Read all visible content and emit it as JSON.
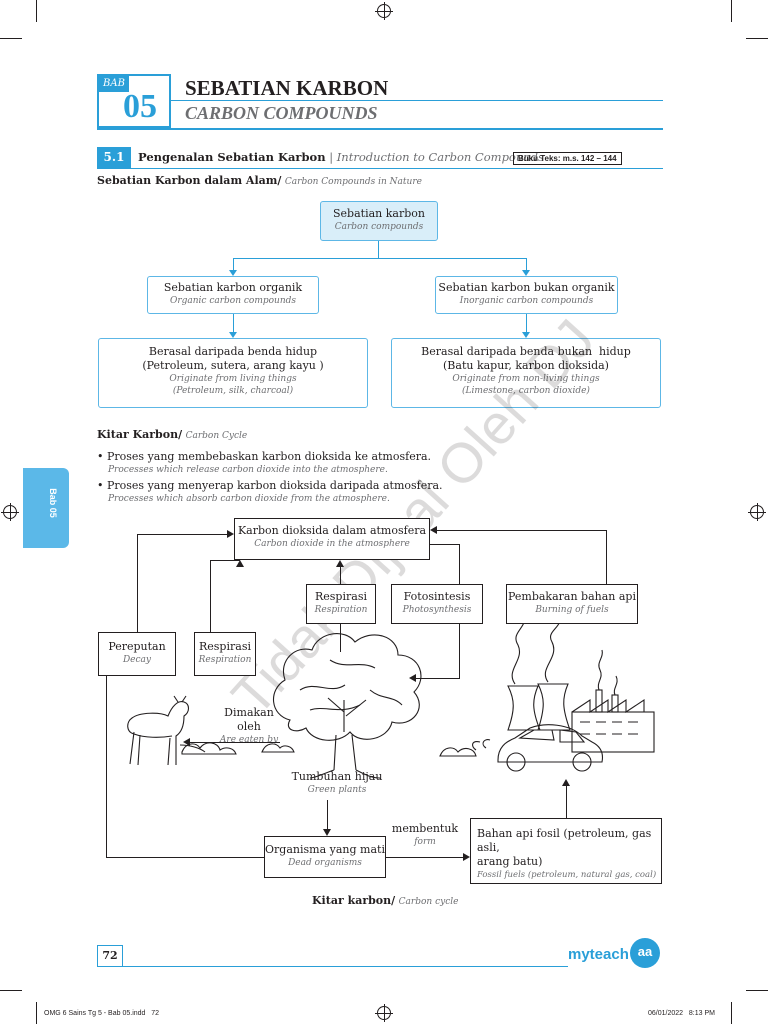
{
  "chapter": {
    "bab_label": "BAB",
    "number": "05",
    "title_ms": "SEBATIAN KARBON",
    "title_en": "CARBON COMPOUNDS"
  },
  "section": {
    "number": "5.1",
    "title_ms": "Pengenalan Sebatian Karbon",
    "separator": "|",
    "title_en": "Introduction to Carbon Compounds",
    "textbook_ref": "Buku Teks: m.s. 142 – 144"
  },
  "nature": {
    "heading_ms": "Sebatian Karbon dalam Alam/",
    "heading_en": "Carbon Compounds in Nature",
    "root": {
      "ms": "Sebatian karbon",
      "en": "Carbon compounds"
    },
    "organic": {
      "ms": "Sebatian karbon organik",
      "en": "Organic carbon compounds"
    },
    "inorganic": {
      "ms": "Sebatian karbon bukan organik",
      "en": "Inorganic carbon compounds"
    },
    "organic_source": {
      "ms1": "Berasal daripada benda hidup",
      "ms2": "(Petroleum, sutera, arang kayu )",
      "en1": "Originate from living things",
      "en2": "(Petroleum, silk, charcoal)"
    },
    "inorganic_source": {
      "ms1": "Berasal daripada benda bukan  hidup",
      "ms2": "(Batu kapur, karbon dioksida)",
      "en1": "Originate from non-living things",
      "en2": "(Limestone, carbon dioxide)"
    }
  },
  "cycle": {
    "heading_ms": "Kitar Karbon/",
    "heading_en": "Carbon Cycle",
    "bullets": [
      {
        "ms": "Proses yang membebaskan karbon dioksida ke atmosfera.",
        "en": "Processes which release carbon dioxide into the atmosphere."
      },
      {
        "ms": "Proses yang menyerap karbon dioksida daripada atmosfera.",
        "en": "Processes which absorb carbon dioxide from the atmosphere."
      }
    ],
    "atmosphere": {
      "ms": "Karbon dioksida dalam atmosfera",
      "en": "Carbon dioxide in the atmosphere"
    },
    "respiration_top": {
      "ms": "Respirasi",
      "en": "Respiration"
    },
    "photosynthesis": {
      "ms": "Fotosintesis",
      "en": "Photosynthesis"
    },
    "combustion": {
      "ms": "Pembakaran bahan api",
      "en": "Burning of fuels"
    },
    "decay": {
      "ms": "Pereputan",
      "en": "Decay"
    },
    "respiration_left": {
      "ms": "Respirasi",
      "en": "Respiration"
    },
    "eaten": {
      "ms": "Dimakan oleh",
      "en": "Are eaten by"
    },
    "plants": {
      "ms": "Tumbuhan hijau",
      "en": "Green plants"
    },
    "dead": {
      "ms": "Organisma yang mati",
      "en": "Dead organisms"
    },
    "form": {
      "ms": "membentuk",
      "en": "form"
    },
    "fossil": {
      "ms1": "Bahan api fosil (petroleum, gas asli,",
      "ms2": "arang batu)",
      "en": "Fossil fuels (petroleum, natural gas, coal)"
    },
    "caption_ms": "Kitar karbon/",
    "caption_en": "Carbon cycle"
  },
  "side_tab": "Bab 05",
  "watermark": "Tidak Dijual Oleh DJ",
  "footer": {
    "page_number": "72",
    "logo_text": "myteach",
    "logo_mark": "aa",
    "slug_left": "OMG 6 Sains Tg 5 - Bab 05.indd   72",
    "slug_right": "06/01/2022   8:13 PM"
  },
  "colors": {
    "accent": "#2a9fd8",
    "accent_light": "#d9eef9",
    "text": "#231f20",
    "muted": "#6d6e71"
  }
}
